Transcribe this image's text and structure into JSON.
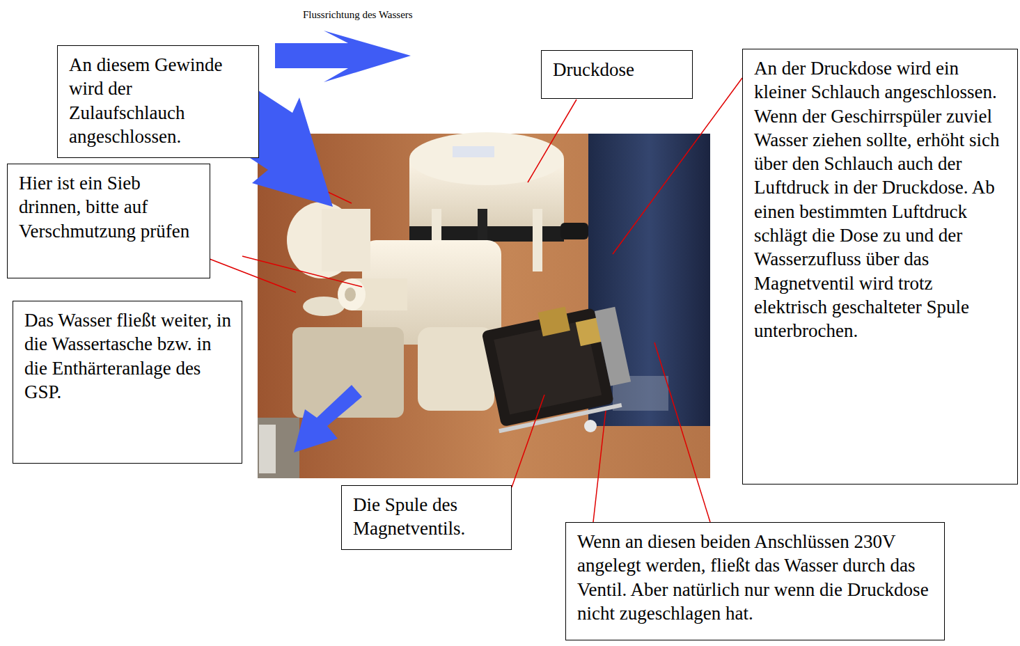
{
  "diagram": {
    "nodes": [
      {
        "text": [
          "An diesem Gewinde wird der Zulaufschlauch angeschlossen."
        ]
      },
      {
        "text": [
          "Druckdose"
        ]
      },
      {
        "text": [
          "An der Druckdose wird ein kleiner Schlauch angeschlossen. Wenn der Geschirrspüler zuviel Wasser ziehen sollte, erhöht sich über den Schlauch auch der Luftdruck in der Druckdose. Ab einen bestimmten Luftdruck schlägt die Dose zu und der Wasserzufluss über das Magnetventil wird trotz elektrisch geschalteter Spule unterbrochen."
        ]
      },
      {
        "text": [
          "Hier ist ein Sieb drinnen, bitte auf Verschmutzung prüfen"
        ]
      },
      {
        "text": [
          "Das Wasser fließt weiter, in die Wassertasche bzw. in die Enthärteranlage des GSP."
        ]
      },
      {
        "text": [
          "Die Spule des Magnetventils."
        ]
      },
      {
        "text": [
          "Wenn an diesen beiden Anschlüssen 230V angelegt werden, fließt das Wasser durch das Ventil. Aber natürlich nur wenn die Druckdose nicht zugeschlagen hat."
        ]
      }
    ],
    "labels": [
      "Flussrichtung des Wassers"
    ]
  }
}
